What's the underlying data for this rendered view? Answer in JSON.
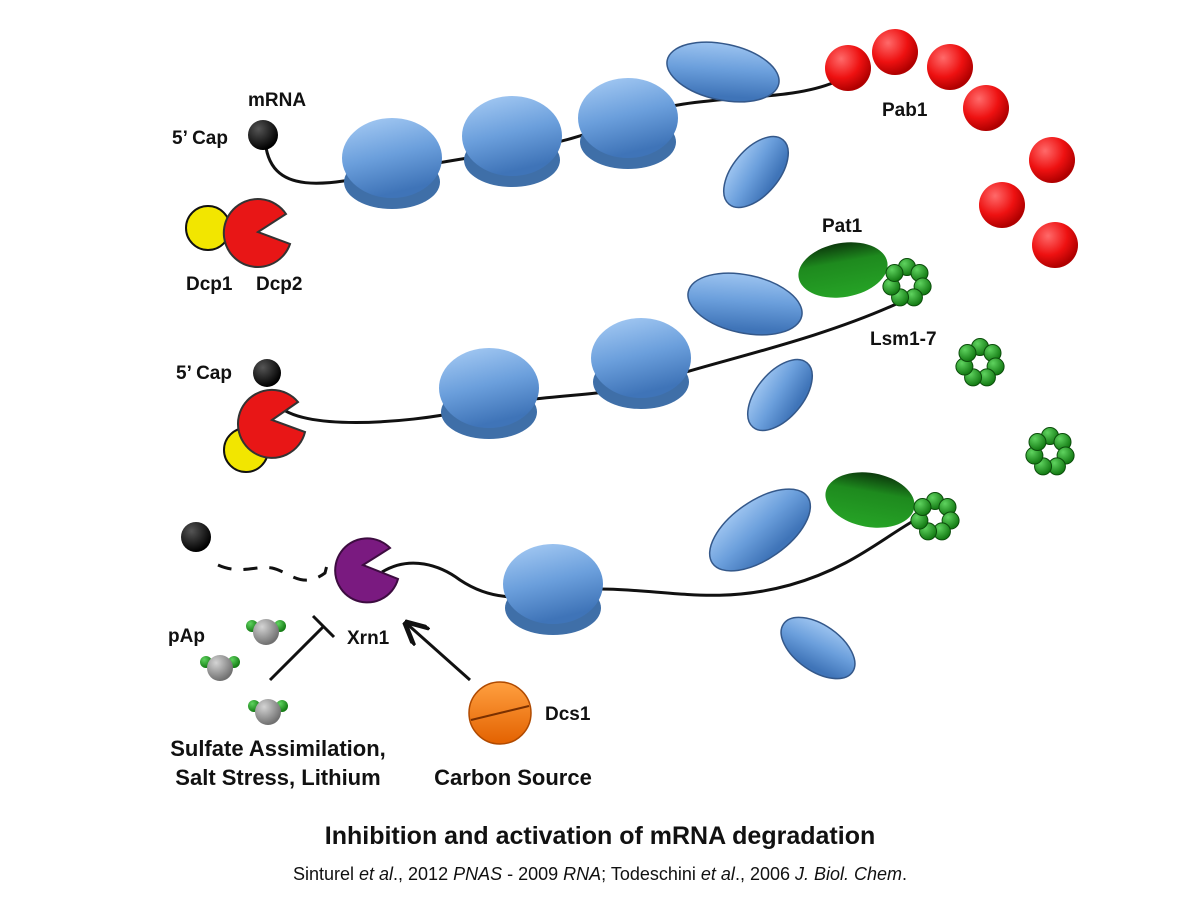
{
  "labels": {
    "mrna": "mRNA",
    "cap_top": "5’ Cap",
    "cap_mid": "5’ Cap",
    "dcp1": "Dcp1",
    "dcp2": "Dcp2",
    "pab1": "Pab1",
    "pat1": "Pat1",
    "lsm": "Lsm1-7",
    "pap": "pAp",
    "xrn1": "Xrn1",
    "dcs1": "Dcs1",
    "sulfate_line1": "Sulfate Assimilation,",
    "sulfate_line2": "Salt Stress, Lithium",
    "carbon": "Carbon Source"
  },
  "caption": {
    "title": "Inhibition and activation of mRNA degradation",
    "ref_a": "Sinturel ",
    "ref_b": "et al",
    "ref_c": "., 2012 ",
    "ref_d": "PNAS",
    "ref_e": " - 2009 ",
    "ref_f": "RNA",
    "ref_g": "; Todeschini ",
    "ref_h": "et al",
    "ref_i": "., 2006 ",
    "ref_j": "J. Biol. Chem",
    "ref_k": "."
  },
  "colors": {
    "ribosome": "#6b9fdc",
    "pab1": "#ee1111",
    "dcp1": "#f2e600",
    "dcp2": "#e81616",
    "pat1": "#1e8a1e",
    "lsm": "#1e9a1e",
    "xrn1": "#7a1a80",
    "dcs1": "#f47a10",
    "pap": "#8f8f8f"
  }
}
